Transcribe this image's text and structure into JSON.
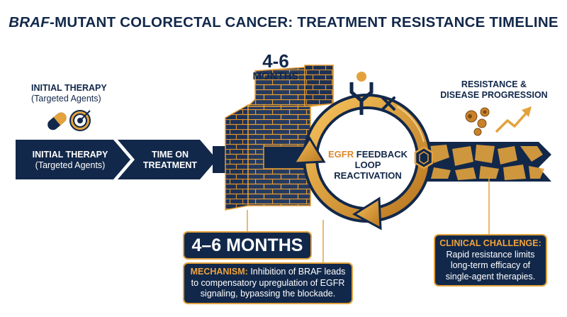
{
  "title": {
    "italic": "BRAF",
    "rest": "-MUTANT COLORECTAL CANCER: TREATMENT RESISTANCE TIMELINE"
  },
  "initial_label": {
    "heading": "INITIAL THERAPY",
    "sub": "(Targeted Agents)"
  },
  "timeline": {
    "step1_heading": "INITIAL THERAPY",
    "step1_sub": "(Targeted Agents)",
    "step2_line1": "TIME ON",
    "step2_line2": "TREATMENT"
  },
  "wall_label": {
    "line1": "4-6",
    "line2": "MONTHS"
  },
  "cycle": {
    "word1": "EGFR",
    "word2": "FEEDBACK",
    "word3": "LOOP",
    "word4": "REACTIVATION"
  },
  "resistance_label": {
    "line1": "RESISTANCE &",
    "line2": "DISEASE PROGRESSION"
  },
  "months_box": "4–6 MONTHS",
  "mechanism": {
    "key": "MECHANISM:",
    "text": "Inhibition of BRAF leads to compensatory upregulation of EGFR signaling, bypassing the blockade."
  },
  "clinical": {
    "key": "CLINICAL CHALLENGE:",
    "text": "Rapid resistance limits long-term efficacy of single-agent therapies."
  },
  "colors": {
    "navy": "#12284a",
    "gold": "#e3a23c",
    "dark_gold": "#b87a26",
    "white": "#ffffff"
  },
  "icons": [
    "pill-icon",
    "target-icon",
    "receptor-icon",
    "cross-icon",
    "hexagon-icon",
    "virus-cluster-icon",
    "trend-up-icon"
  ]
}
